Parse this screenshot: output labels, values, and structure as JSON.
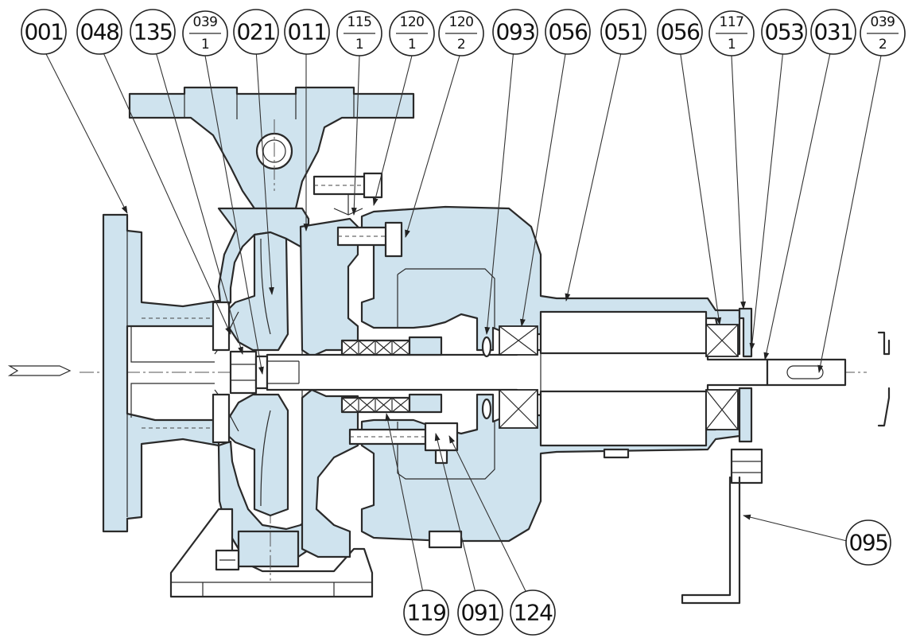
{
  "callouts": [
    {
      "id": "c001",
      "text": "001"
    },
    {
      "id": "c048",
      "text": "048"
    },
    {
      "id": "c135",
      "text": "135"
    },
    {
      "id": "c039_1",
      "num": "039",
      "den": "1"
    },
    {
      "id": "c021",
      "text": "021"
    },
    {
      "id": "c011",
      "text": "011"
    },
    {
      "id": "c115_1",
      "num": "115",
      "den": "1"
    },
    {
      "id": "c120_1",
      "num": "120",
      "den": "1"
    },
    {
      "id": "c120_2",
      "num": "120",
      "den": "2"
    },
    {
      "id": "c093",
      "text": "093"
    },
    {
      "id": "c056a",
      "text": "056"
    },
    {
      "id": "c051",
      "text": "051"
    },
    {
      "id": "c056b",
      "text": "056"
    },
    {
      "id": "c117_1",
      "num": "117",
      "den": "1"
    },
    {
      "id": "c053",
      "text": "053"
    },
    {
      "id": "c031",
      "text": "031"
    },
    {
      "id": "c039_2",
      "num": "039",
      "den": "2"
    },
    {
      "id": "c095",
      "text": "095"
    },
    {
      "id": "c119",
      "text": "119"
    },
    {
      "id": "c091",
      "text": "091"
    },
    {
      "id": "c124",
      "text": "124"
    }
  ],
  "colors": {
    "part_fill": "#cfe3ee",
    "line": "#2a2a2a",
    "background": "#ffffff"
  }
}
